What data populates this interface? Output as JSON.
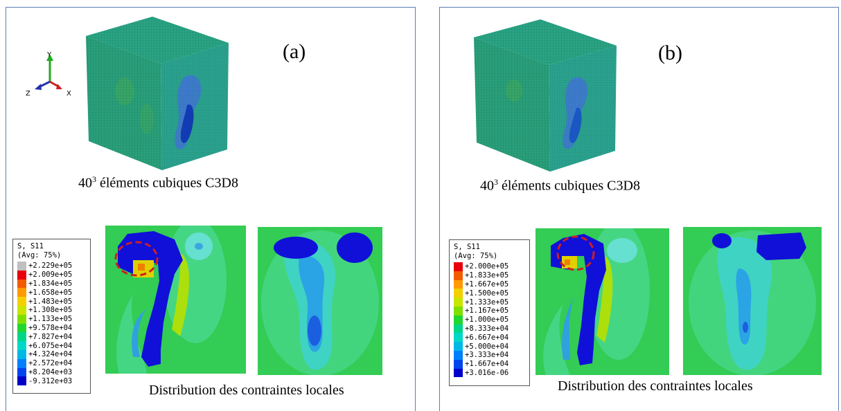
{
  "panels": [
    {
      "letter": "(a)",
      "caption_prefix": "40",
      "caption_sup": "3",
      "caption_text": " éléments cubiques C3D8",
      "axes": {
        "y": "Y",
        "x": "X",
        "z": "Z"
      },
      "legend": {
        "title1": "S, S11",
        "title2": "(Avg: 75%)",
        "values": [
          "+2.229e+05",
          "+2.009e+05",
          "+1.834e+05",
          "+1.658e+05",
          "+1.483e+05",
          "+1.308e+05",
          "+1.133e+05",
          "+9.578e+04",
          "+7.827e+04",
          "+6.075e+04",
          "+4.324e+04",
          "+2.572e+04",
          "+8.204e+03",
          "-9.312e+03"
        ],
        "colors": [
          "#c0c0c0",
          "#e8000c",
          "#f35b00",
          "#ff9a00",
          "#f5d000",
          "#c8e600",
          "#7fe000",
          "#20d830",
          "#00d68a",
          "#00d8c8",
          "#00b8e6",
          "#0080ff",
          "#0044ee",
          "#0000c8"
        ]
      },
      "bottom_caption": "Distribution des contraintes locales"
    },
    {
      "letter": "(b)",
      "caption_prefix": "40",
      "caption_sup": "3",
      "caption_text": " éléments cubiques C3D8",
      "legend": {
        "title1": "S, S11",
        "title2": "(Avg: 75%)",
        "values": [
          "+2.000e+05",
          "+1.833e+05",
          "+1.667e+05",
          "+1.500e+05",
          "+1.333e+05",
          "+1.167e+05",
          "+1.000e+05",
          "+8.333e+04",
          "+6.667e+04",
          "+5.000e+04",
          "+3.333e+04",
          "+1.667e+04",
          "+3.016e-06"
        ],
        "colors": [
          "#e8000c",
          "#f35b00",
          "#ff9a00",
          "#f5d000",
          "#c8e600",
          "#7fe000",
          "#20d830",
          "#00d68a",
          "#00d8c8",
          "#00b8e6",
          "#0080ff",
          "#0044ee",
          "#0000c8"
        ]
      },
      "bottom_caption": "Distribution des contraintes locales"
    }
  ]
}
